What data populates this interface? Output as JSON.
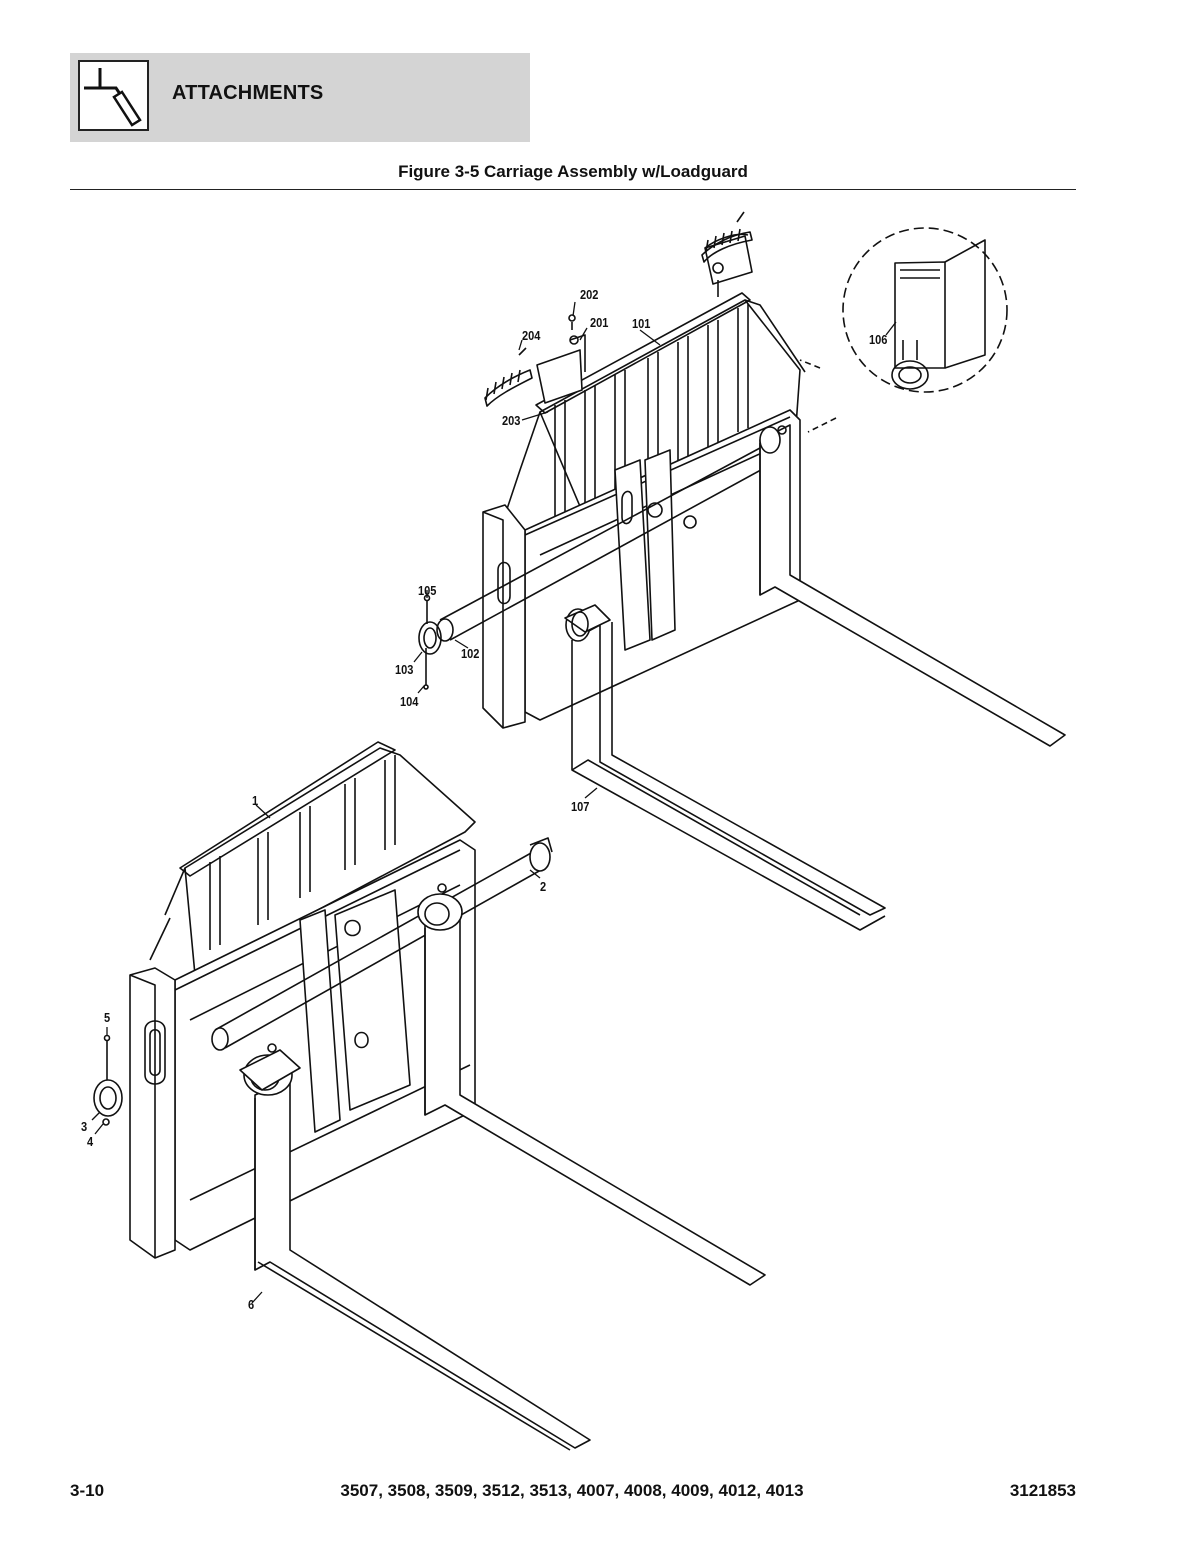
{
  "header": {
    "section": "ATTACHMENTS",
    "icon": "attachment-section-icon"
  },
  "figure": {
    "title": "Figure 3-5 Carriage Assembly w/Loadguard"
  },
  "callouts": {
    "c1": "1",
    "c2": "2",
    "c3": "3",
    "c4": "4",
    "c5": "5",
    "c6": "6",
    "c101": "101",
    "c102": "102",
    "c103": "103",
    "c104": "104",
    "c105": "105",
    "c106": "106",
    "c107": "107",
    "c201": "201",
    "c202": "202",
    "c203": "203",
    "c204": "204"
  },
  "footer": {
    "page": "3-10",
    "models": "3507, 3508, 3509, 3512, 3513, 4007, 4008, 4009, 4012, 4013",
    "doc_number": "3121853"
  }
}
